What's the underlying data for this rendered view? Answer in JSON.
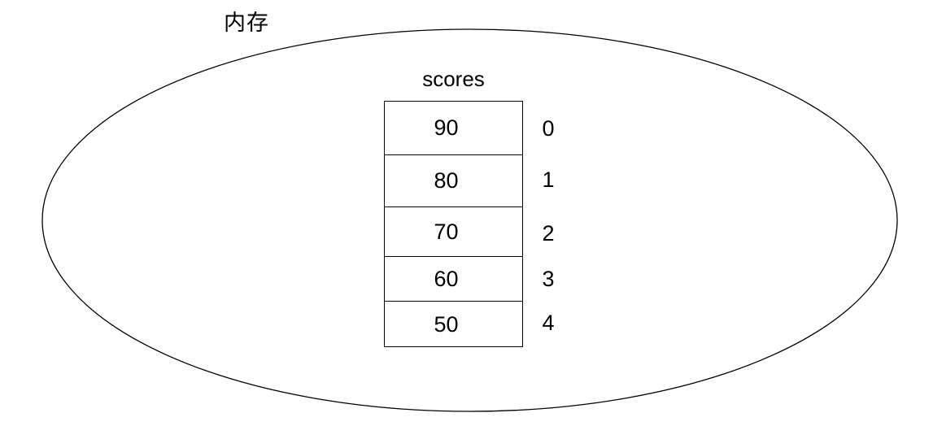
{
  "diagram": {
    "type": "memory-array-diagram",
    "background_color": "#ffffff",
    "stroke_color": "#000000",
    "memory_region": {
      "label": "内存",
      "shape": "ellipse"
    },
    "array": {
      "name": "scores",
      "length": 5,
      "cells": [
        {
          "value": "90",
          "index": "0"
        },
        {
          "value": "80",
          "index": "1"
        },
        {
          "value": "70",
          "index": "2"
        },
        {
          "value": "60",
          "index": "3"
        },
        {
          "value": "50",
          "index": "4"
        }
      ]
    }
  }
}
